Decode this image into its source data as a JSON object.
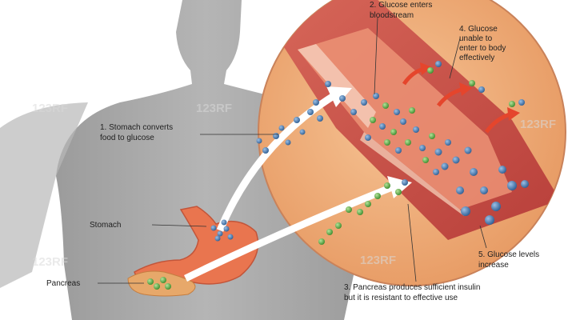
{
  "labels": {
    "step1": [
      "1. Stomach converts",
      "food to glucose"
    ],
    "step2": [
      "2. Glucose enters",
      "bloodstream"
    ],
    "step3": [
      "3. Pancreas produces sufficient insulin",
      "but it is resistant to effective use"
    ],
    "step4": [
      "4. Glucose",
      "unable to",
      "enter to body",
      "effectively"
    ],
    "step5": [
      "5. Glucose levels",
      "increase"
    ],
    "stomach": "Stomach",
    "pancreas": "Pancreas"
  },
  "watermark": "123RF",
  "colors": {
    "body_silhouette": "#9c9c9c",
    "circle_fill": "#efae7a",
    "vessel_outer": "#c8504a",
    "vessel_inner": "#e98a6a",
    "stomach": "#e9754f",
    "pancreas": "#e7a86a",
    "glucose_blue": "#3f74a9",
    "glucose_green": "#54a93f",
    "arrow_red": "#e5452c",
    "arrow_white": "#ffffff"
  }
}
